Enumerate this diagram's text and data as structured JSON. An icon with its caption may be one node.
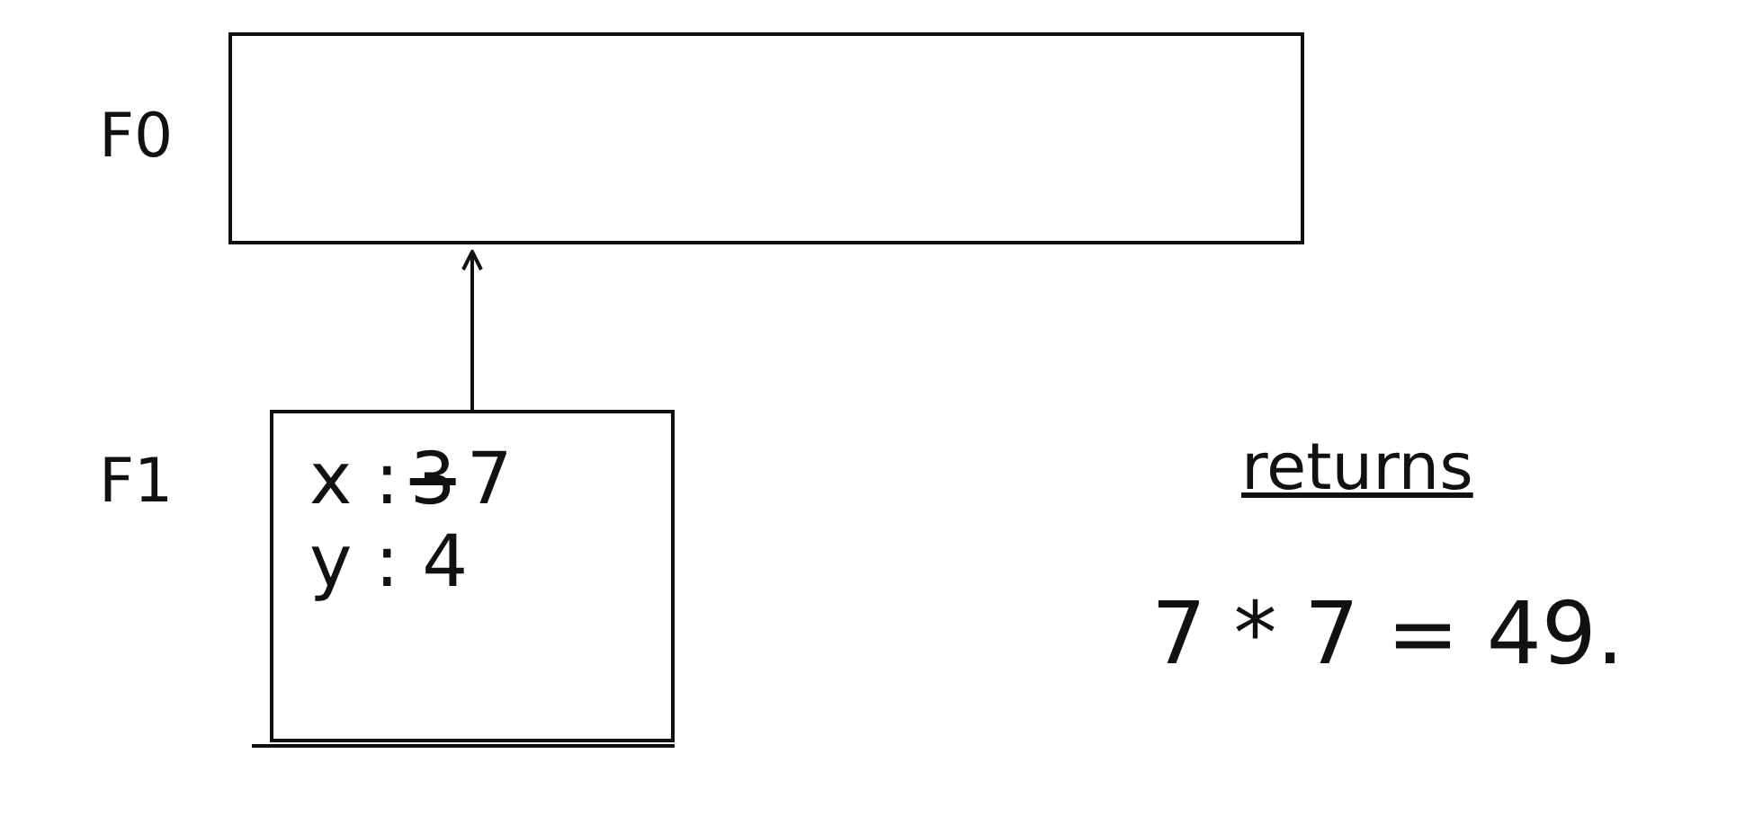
{
  "diagram": {
    "nodes": [
      {
        "text": [
          "F0"
        ]
      },
      {
        "text": [
          "F1",
          "x :",
          "3",
          "7",
          "y : 4"
        ]
      }
    ],
    "edges": [
      {
        "from": 1,
        "to": 0,
        "arrow": "to"
      }
    ],
    "labels": [
      "returns",
      "7 * 7 = 49."
    ]
  }
}
